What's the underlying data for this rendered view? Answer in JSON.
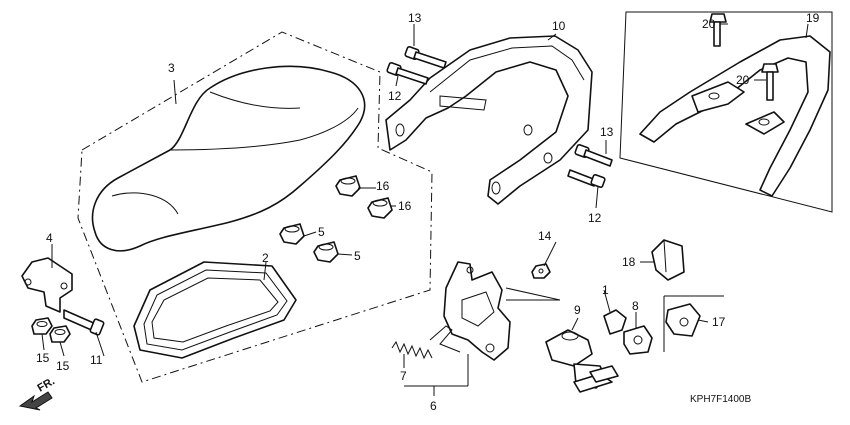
{
  "diagram": {
    "callouts": {
      "p1": "1",
      "p2": "2",
      "p3": "3",
      "p4": "4",
      "p5a": "5",
      "p5b": "5",
      "p6": "6",
      "p7": "7",
      "p8": "8",
      "p9": "9",
      "p10": "10",
      "p11": "11",
      "p12a": "12",
      "p12b": "12",
      "p13a": "13",
      "p13b": "13",
      "p14": "14",
      "p15a": "15",
      "p15b": "15",
      "p16a": "16",
      "p16b": "16",
      "p17": "17",
      "p18": "18",
      "p19": "19",
      "p20a": "20",
      "p20b": "20"
    },
    "front_arrow_label": "FR.",
    "figure_code": "KPH7F1400B"
  }
}
